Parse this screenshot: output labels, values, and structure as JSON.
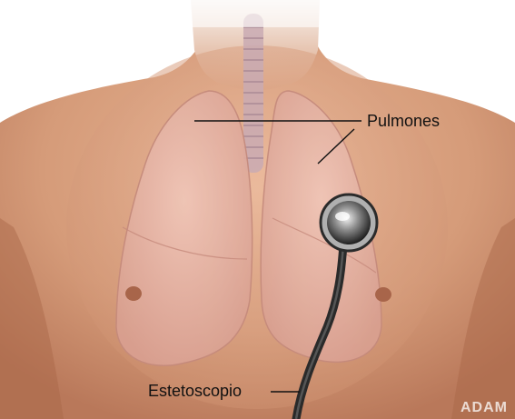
{
  "labels": {
    "lungs": "Pulmones",
    "stethoscope": "Estetoscopio"
  },
  "watermark": "ADAM",
  "colors": {
    "skin": "#d9a07f",
    "skin_shadow": "#b87a5c",
    "lung": "#e7b4a6",
    "trachea": "#c7aab4",
    "background": "#ffffff",
    "tube": "#2a2a2a"
  }
}
